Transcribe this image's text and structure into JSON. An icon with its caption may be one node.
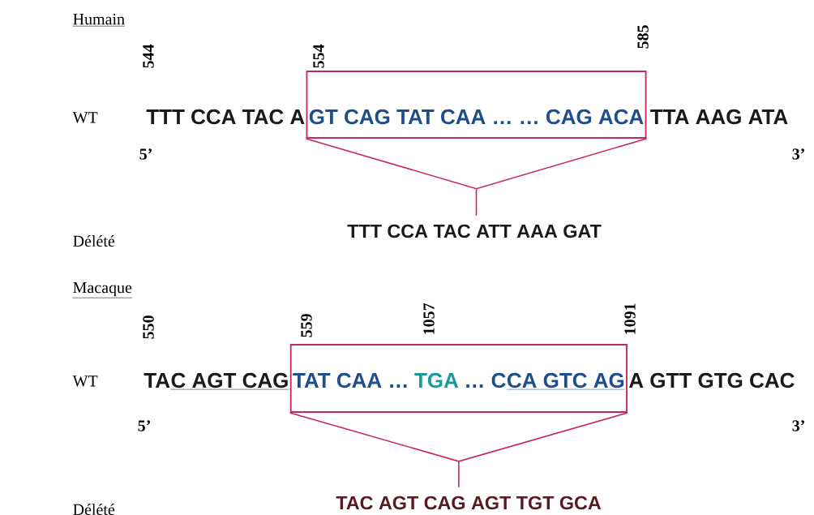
{
  "diagram": {
    "nodes": [
      {
        "text": [],
        "shape": "box"
      },
      {
        "text": [
          "TTT CCA TAC ATT AAA GAT"
        ]
      },
      {
        "text": [],
        "shape": "box"
      },
      {
        "text": [
          "TAC AGT CAG AGT TGT GCA"
        ]
      }
    ],
    "edges": [
      {
        "from": 0,
        "to": 1,
        "arrow": "none"
      },
      {
        "from": 2,
        "to": 3,
        "arrow": "none"
      }
    ],
    "labels": [
      "Humain",
      "544",
      "554",
      "585",
      "WT",
      "TTT CCA TAC A",
      "GT CAG TAT CAA … … CAG ACA",
      "TTA AAG ATA",
      "5’",
      "3’",
      "Délété",
      "Macaque",
      "550",
      "559",
      "1057",
      "1091",
      "WT",
      "TA",
      "C AGT CAG",
      "TAT CAA …",
      "TGA",
      "… C",
      "CA GTC AG",
      "A GTT GTG CAC",
      "5’",
      "3’",
      "Délété"
    ]
  }
}
